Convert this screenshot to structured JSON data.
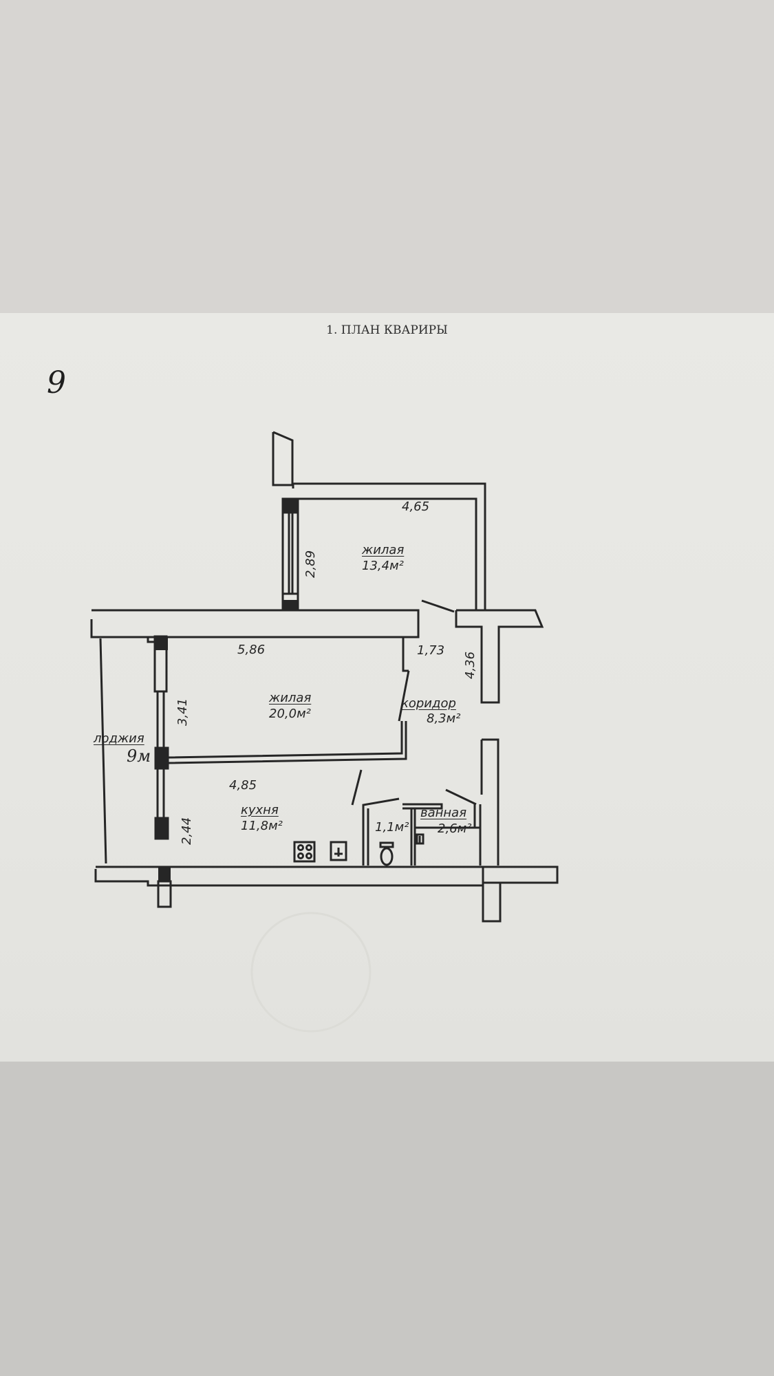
{
  "document": {
    "title": "1. ПЛАН КВАРИРЫ",
    "page_number": "9"
  },
  "rooms": [
    {
      "id": "bedroom",
      "name": "жилая",
      "area": "13,4м²"
    },
    {
      "id": "living",
      "name": "жилая",
      "area": "20,0м²"
    },
    {
      "id": "corridor",
      "name": "коридор",
      "area": "8,3м²"
    },
    {
      "id": "kitchen",
      "name": "кухня",
      "area": "11,8м²"
    },
    {
      "id": "toilet",
      "name": "",
      "area": "1,1м²"
    },
    {
      "id": "bath",
      "name": "ванная",
      "area": "2,6м²"
    },
    {
      "id": "loggia",
      "name": "лоджия",
      "area": "9м"
    }
  ],
  "dimensions": {
    "bedroom_width": "4,65",
    "bedroom_depth": "2,89",
    "living_width": "5,86",
    "living_depth": "3,41",
    "corridor_width": "1,73",
    "corridor_length": "4,36",
    "kitchen_width": "4,85",
    "kitchen_depth": "2,44"
  },
  "colors": {
    "paper": "#e7e7e3",
    "ink": "#252525",
    "background_top": "#d7d5d2",
    "background_bottom": "#c8c7c4"
  }
}
